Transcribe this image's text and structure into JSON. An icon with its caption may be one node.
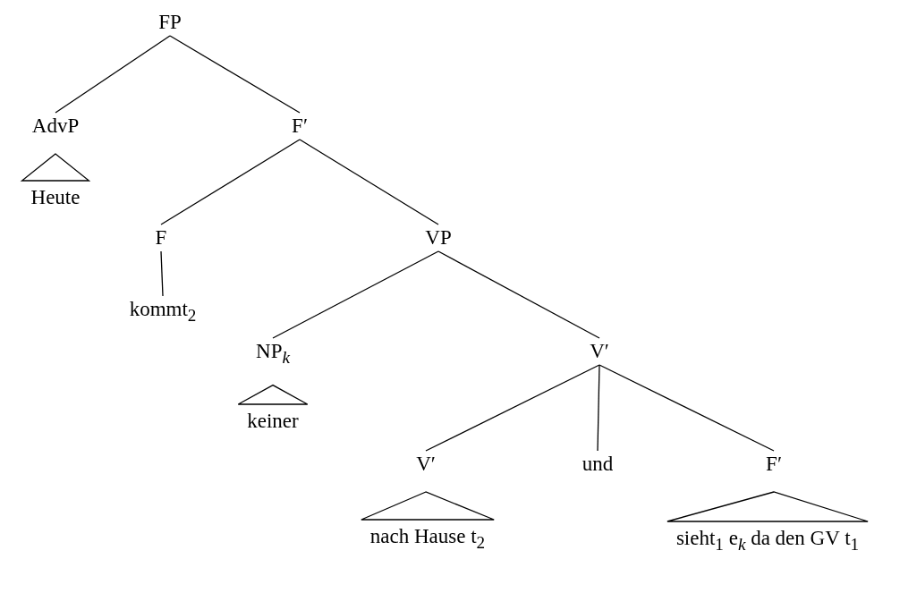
{
  "diagram": {
    "nodes": [
      {
        "text": [
          "FP"
        ]
      },
      {
        "text": [
          "AdvP"
        ]
      },
      {
        "text": [
          "Heute"
        ]
      },
      {
        "text": [
          "F′"
        ]
      },
      {
        "text": [
          "F"
        ]
      },
      {
        "text": [
          "kommt$_{2}$"
        ]
      },
      {
        "text": [
          "VP"
        ]
      },
      {
        "text": [
          "NP$_{k}$"
        ]
      },
      {
        "text": [
          "keiner"
        ]
      },
      {
        "text": [
          "V′"
        ]
      },
      {
        "text": [
          "V′"
        ]
      },
      {
        "text": [
          "und"
        ]
      },
      {
        "text": [
          "F′"
        ]
      },
      {
        "text": [
          "nach Hause t$_{2}$"
        ]
      },
      {
        "text": [
          "sieht$_{1}$ e$_{k}$ da den GV t$_{1}$"
        ]
      }
    ],
    "edges": [
      {
        "from": 0,
        "to": 1,
        "arrow": "none"
      },
      {
        "from": 0,
        "to": 3,
        "arrow": "none"
      },
      {
        "from": 1,
        "to": 2,
        "arrow": "none"
      },
      {
        "from": 3,
        "to": 4,
        "arrow": "none"
      },
      {
        "from": 3,
        "to": 6,
        "arrow": "none"
      },
      {
        "from": 4,
        "to": 5,
        "arrow": "none"
      },
      {
        "from": 6,
        "to": 7,
        "arrow": "none"
      },
      {
        "from": 6,
        "to": 9,
        "arrow": "none"
      },
      {
        "from": 7,
        "to": 8,
        "arrow": "none"
      },
      {
        "from": 9,
        "to": 10,
        "arrow": "none"
      },
      {
        "from": 9,
        "to": 11,
        "arrow": "none"
      },
      {
        "from": 9,
        "to": 12,
        "arrow": "none"
      },
      {
        "from": 10,
        "to": 13,
        "arrow": "none"
      },
      {
        "from": 12,
        "to": 14,
        "arrow": "none"
      }
    ]
  }
}
